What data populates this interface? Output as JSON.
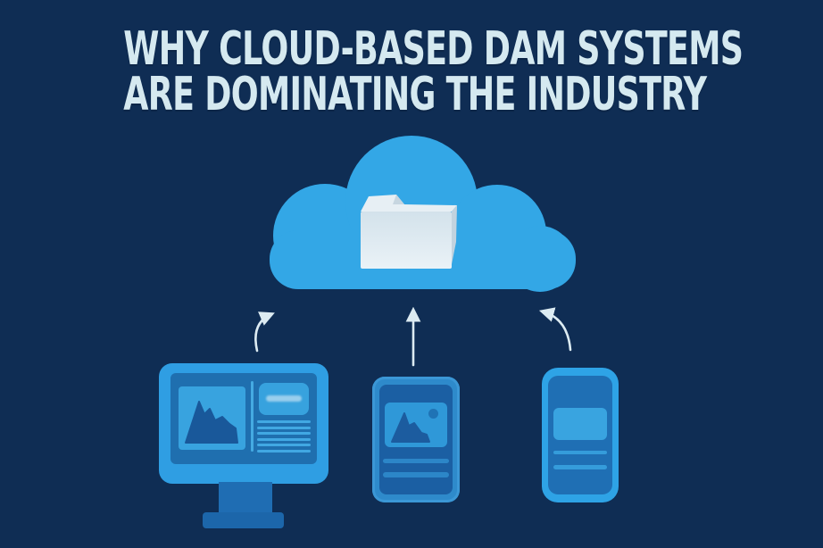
{
  "meta": {
    "background_color": "#0f2d54",
    "accent_blue": "#33a7e6",
    "pale_blue": "#d5e9f0"
  },
  "title": {
    "line1": "WHY CLOUD-BASED DAM SYSTEMS",
    "line2": "ARE DOMINATING THE INDUSTRY",
    "color": "#d5e9f0"
  },
  "illustration": {
    "cloud": {
      "name": "cloud-storage",
      "color": "#33a7e6"
    },
    "folder": {
      "name": "asset-folder",
      "front_color": "#dce9f0",
      "top_color": "#e7eff4",
      "side_color": "#c2d3df"
    },
    "arrows": {
      "color": "#dcebf2",
      "count": 3,
      "direction": "up-to-cloud"
    },
    "devices": [
      {
        "type": "desktop-monitor"
      },
      {
        "type": "tablet"
      },
      {
        "type": "smartphone"
      }
    ]
  }
}
